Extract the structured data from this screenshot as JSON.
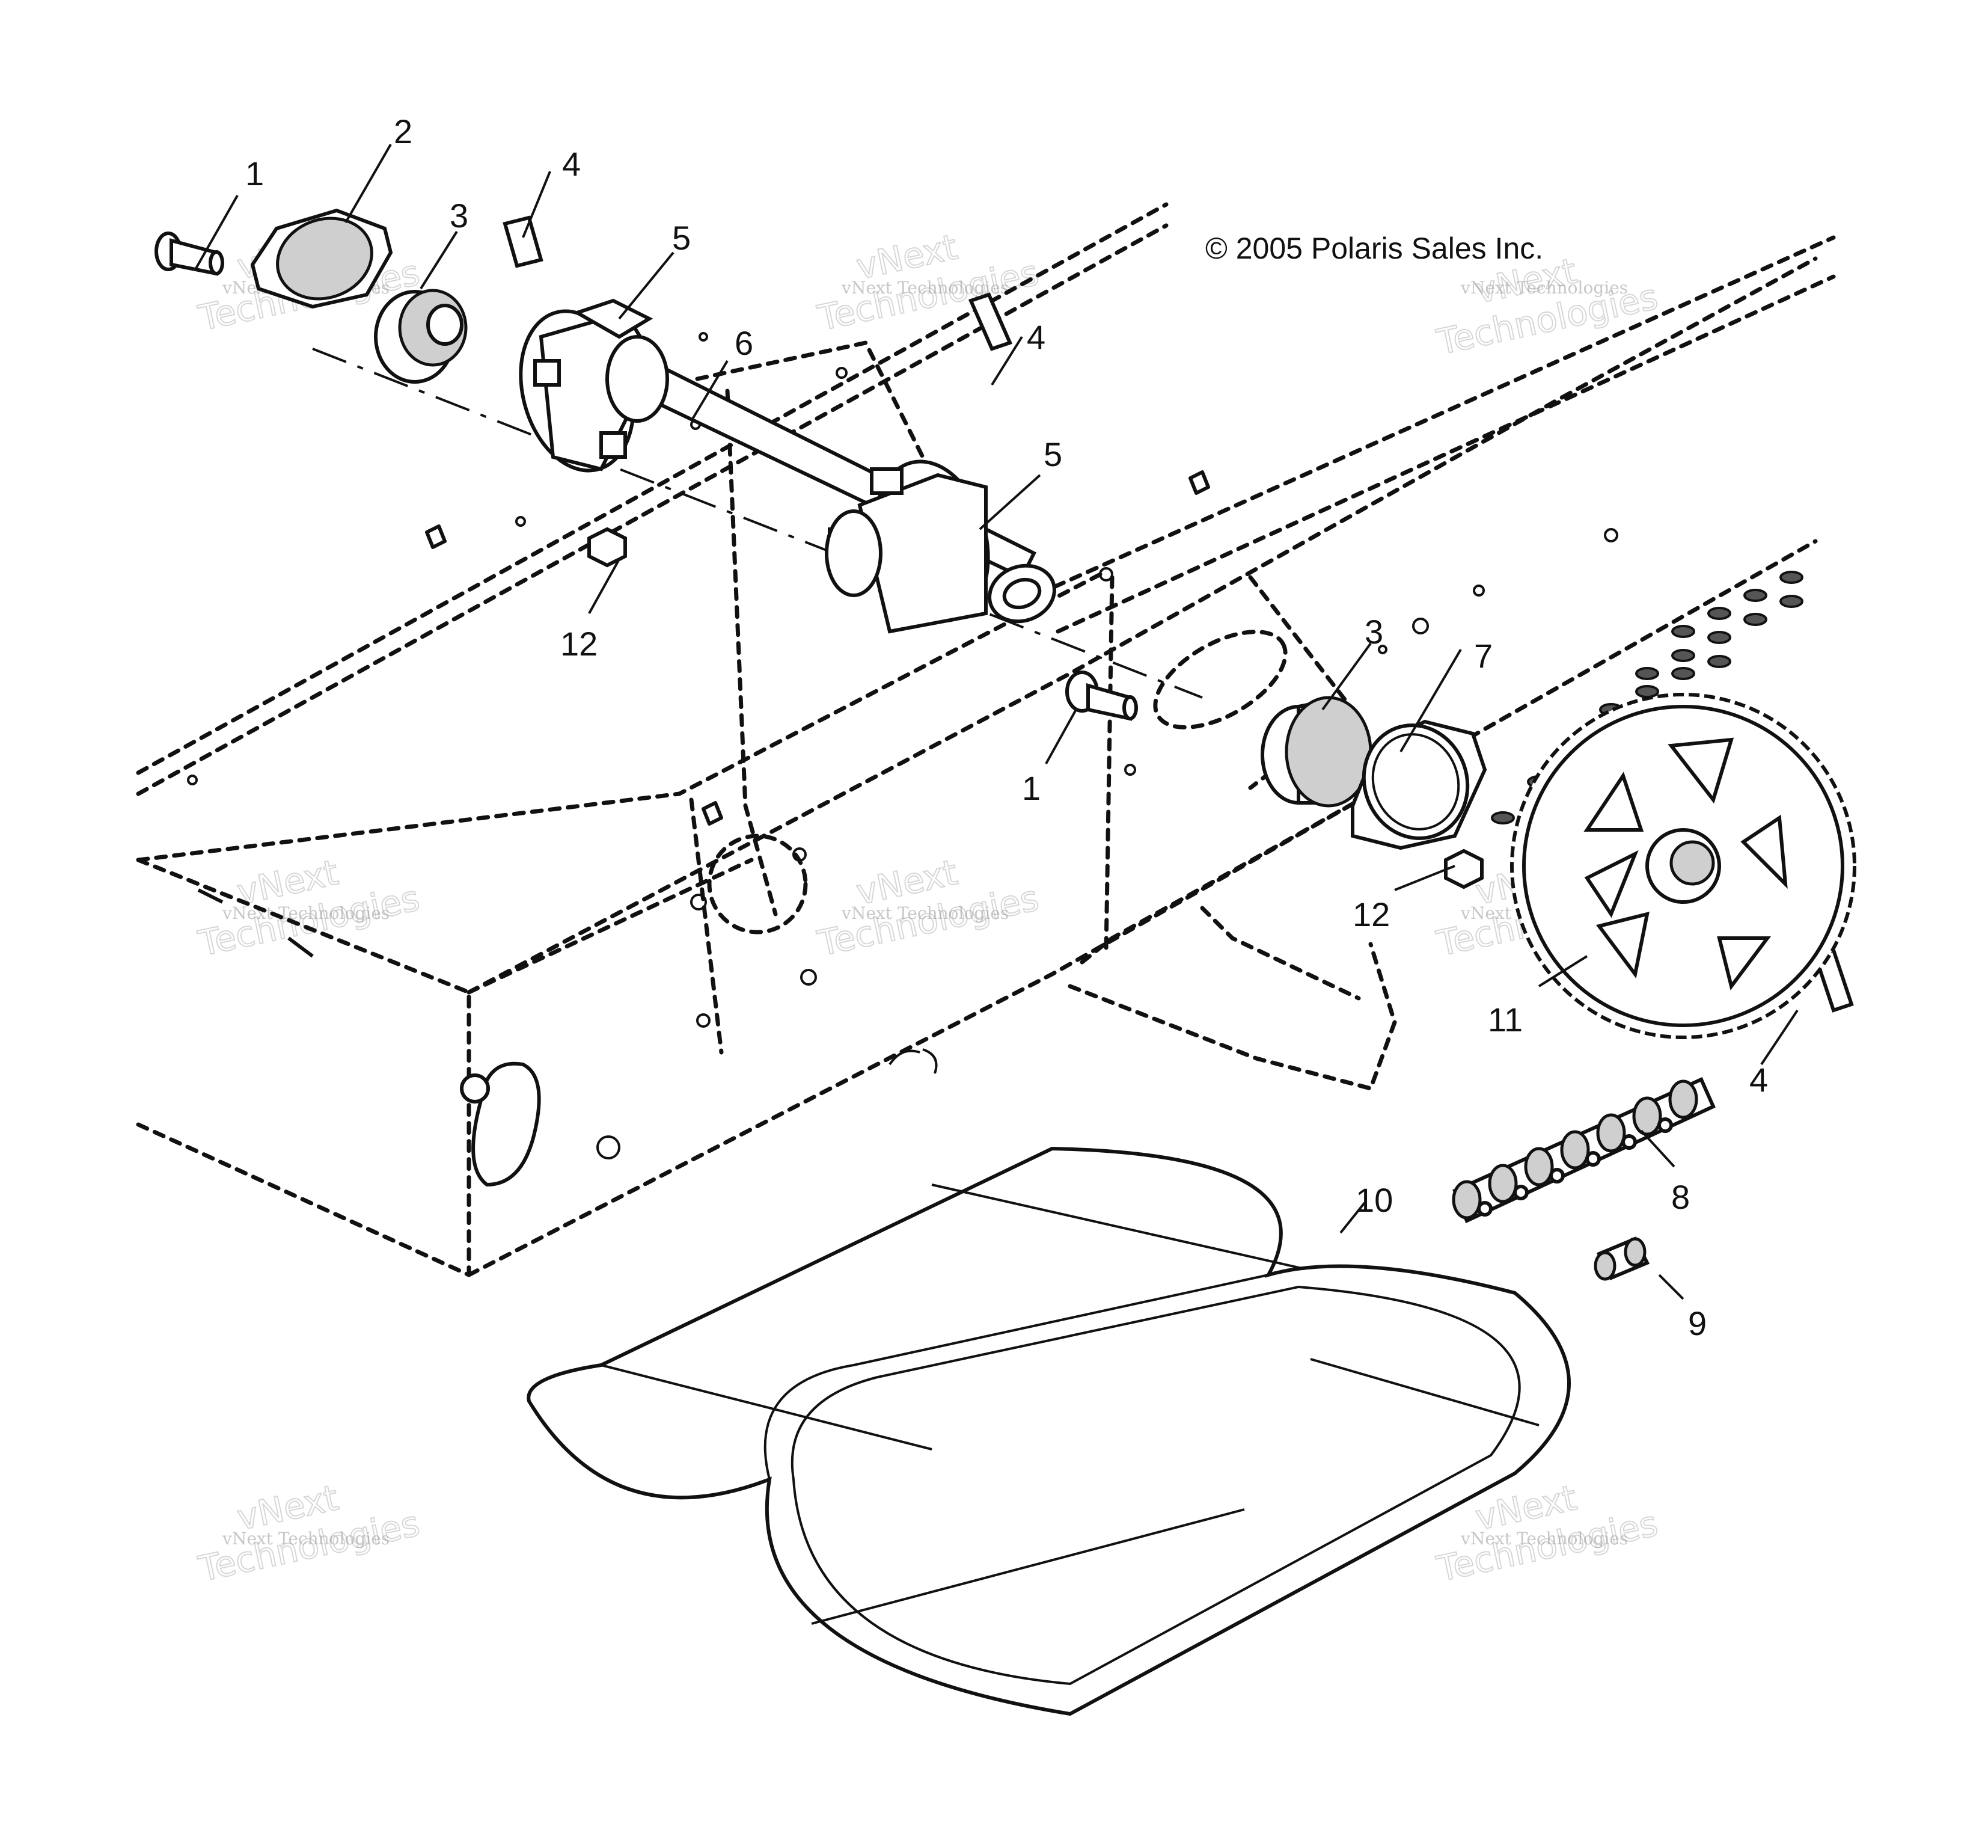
{
  "copyright": "© 2005 Polaris Sales Inc.",
  "callouts": {
    "c1a": "1",
    "c2": "2",
    "c3a": "3",
    "c4a": "4",
    "c5a": "5",
    "c6": "6",
    "c4b": "4",
    "c5b": "5",
    "c12a": "12",
    "c3b": "3",
    "c7": "7",
    "c1b": "1",
    "c12b": "12",
    "c11": "11",
    "c4c": "4",
    "c8": "8",
    "c10": "10",
    "c9": "9"
  },
  "watermark": {
    "line1": "vNext Technologies",
    "big1": "vNext",
    "big2": "Technologies"
  }
}
